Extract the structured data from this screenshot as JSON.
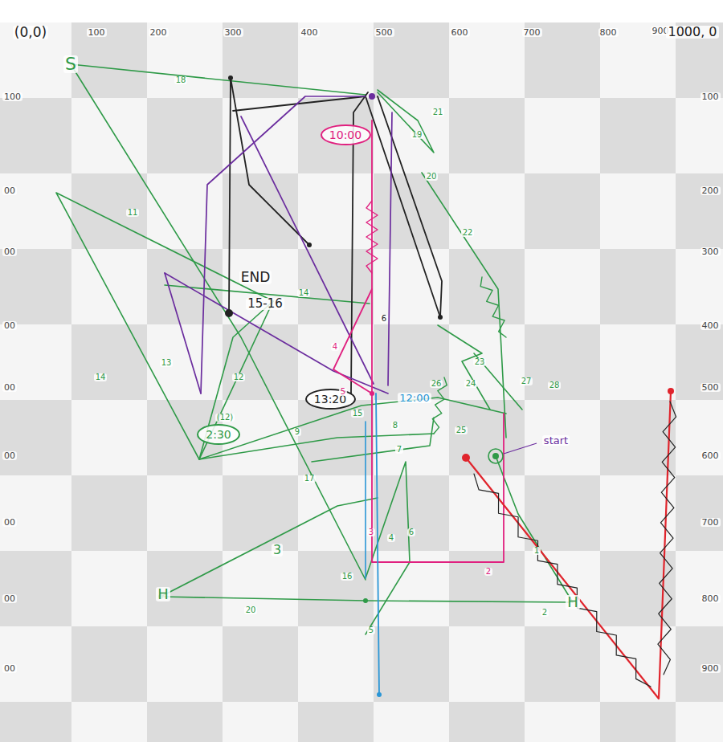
{
  "diagram": {
    "nodes": [
      {
        "text": [
          "10:00"
        ]
      },
      {
        "text": [
          "13:20"
        ]
      },
      {
        "text": [
          "2:30"
        ]
      }
    ],
    "labels": [
      "(0,0)",
      "100",
      "200",
      "300",
      "400",
      "500",
      "600",
      "700",
      "800",
      "900",
      "1000, 0",
      "100",
      "200",
      "300",
      "400",
      "500",
      "600",
      "700",
      "800",
      "900",
      "100",
      "00",
      "00",
      "00",
      "00",
      "00",
      "00",
      "00",
      "00",
      "S",
      "H",
      "H",
      "END",
      "15-16",
      "start",
      "12:00",
      "(12)",
      "18",
      "21",
      "19",
      "20",
      "22",
      "11",
      "14",
      "13",
      "12",
      "14",
      "9",
      "8",
      "7",
      "5",
      "4",
      "6",
      "3",
      "15",
      "16",
      "17",
      "4",
      "6",
      "5",
      "26",
      "25",
      "23",
      "24",
      "27",
      "28",
      "1",
      "2",
      "2",
      "3",
      "20"
    ]
  }
}
